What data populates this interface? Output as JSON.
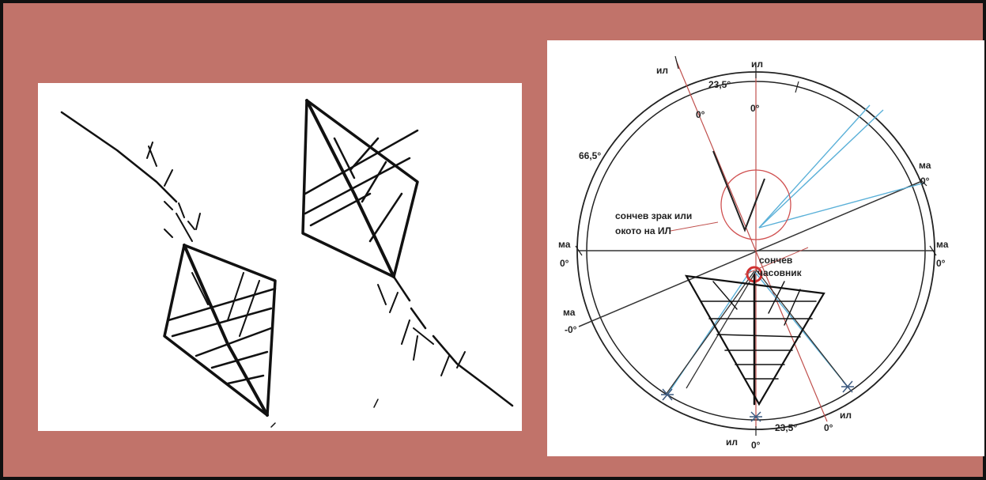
{
  "colors": {
    "background": "#c1736a",
    "panel": "#ffffff",
    "ink": "#111111",
    "accent_red": "#d04040",
    "accent_blue": "#5ab0d8"
  },
  "diagram": {
    "labels": {
      "il_top_left": "ил",
      "il_top": "ил",
      "deg_23_5_top": "23,5°",
      "zero_top": "0°",
      "zero_top_red": "0°",
      "deg_66_5": "66,5°",
      "ma_right_top": "ма",
      "zero_right_top": "0°",
      "ma_left": "ма",
      "zero_left": "0°",
      "ma_right": "ма",
      "zero_right": "0°",
      "ma_lower_left": "ма",
      "zero_lower_left": "-0°",
      "sun_eye_line1": "сончев зрак или",
      "sun_eye_line2": "окото на  ИЛ",
      "sun_clock_line1": "сончев",
      "sun_clock_line2": "часовник",
      "il_bottom": "ил",
      "zero_bottom": "0°",
      "deg_23_5_bottom": "23,5°",
      "zero_bottom_right": "0°",
      "il_bottom_right": "ил"
    }
  }
}
